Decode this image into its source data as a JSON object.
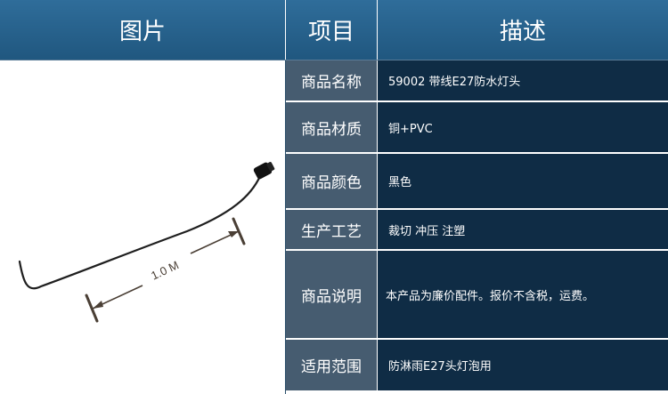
{
  "header": {
    "image_label": "图片",
    "item_label": "项目",
    "desc_label": "描述"
  },
  "product_image": {
    "measure_label": "1.0 M"
  },
  "rows": [
    {
      "label": "商品名称",
      "value": "59002  带线E27防水灯头"
    },
    {
      "label": "商品材质",
      "value": "铜+PVC"
    },
    {
      "label": "商品颜色",
      "value": "黑色"
    },
    {
      "label": "生产工艺",
      "value": "裁切   冲压   注塑"
    },
    {
      "label": "商品说明",
      "value": "本产品为廉价配件。报价不含税，运费。"
    },
    {
      "label": "适用范围",
      "value": "防淋雨E27头灯泡用"
    }
  ],
  "colors": {
    "header_bg": "#2f6d9a",
    "label_bg": "#465c70",
    "value_bg": "#0f2c45"
  }
}
